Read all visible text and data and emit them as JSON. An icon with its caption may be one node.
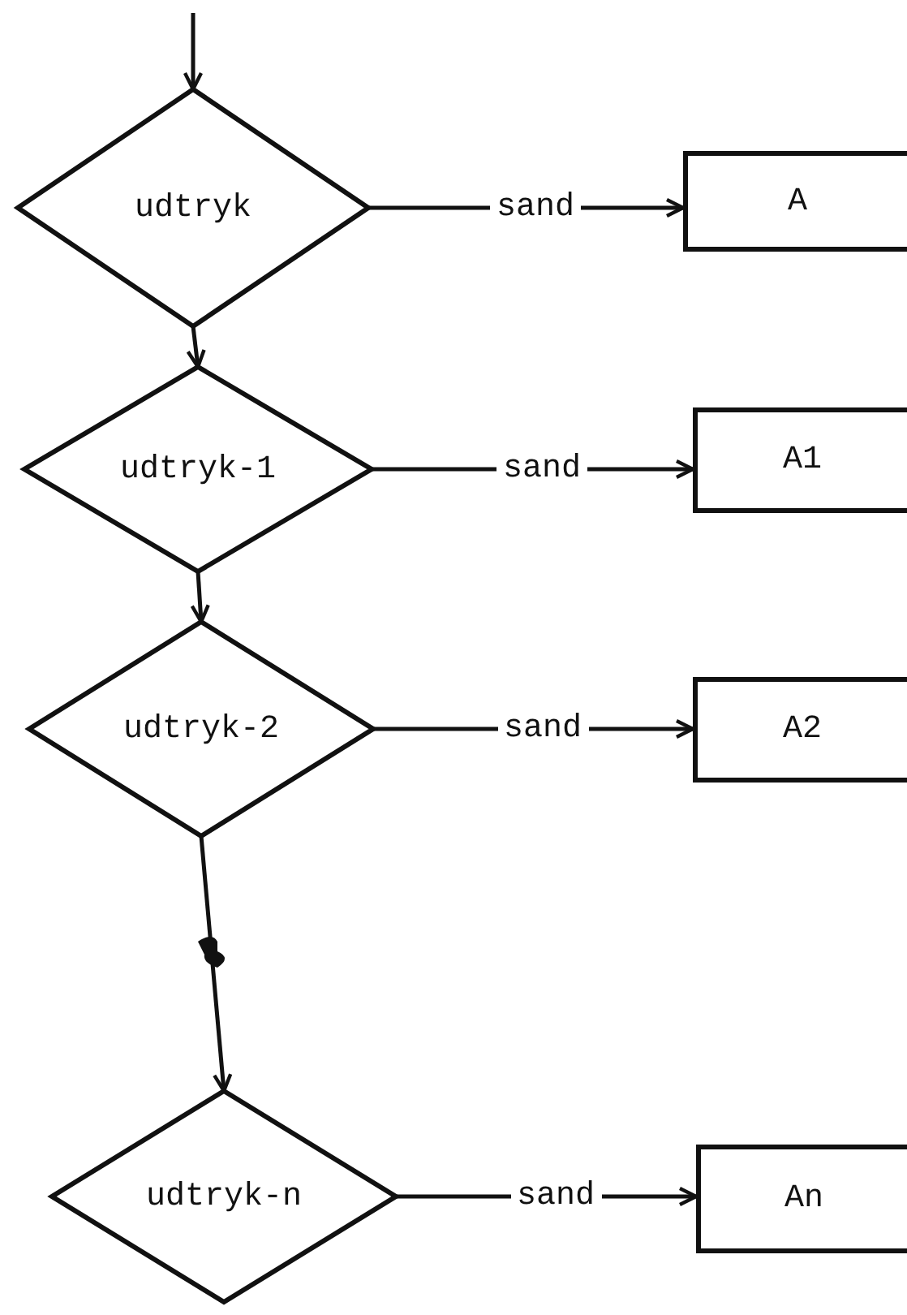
{
  "diagram": {
    "nodes": [
      {
        "text": [
          "udtryk"
        ]
      },
      {
        "text": [
          "A"
        ]
      },
      {
        "text": [
          "udtryk-1"
        ]
      },
      {
        "text": [
          "A1"
        ]
      },
      {
        "text": [
          "udtryk-2"
        ]
      },
      {
        "text": [
          "A2"
        ]
      },
      {
        "text": [
          "udtryk-n"
        ]
      },
      {
        "text": [
          "An"
        ]
      }
    ],
    "edges": [
      {
        "from": null,
        "to": 0,
        "arrow": "to"
      },
      {
        "from": 0,
        "to": 1,
        "label": "sand",
        "arrow": "to"
      },
      {
        "from": 0,
        "to": 2,
        "arrow": "to"
      },
      {
        "from": 2,
        "to": 3,
        "label": "sand",
        "arrow": "to"
      },
      {
        "from": 2,
        "to": 4,
        "arrow": "to"
      },
      {
        "from": 4,
        "to": 5,
        "label": "sand",
        "arrow": "to"
      },
      {
        "from": 4,
        "to": 6,
        "arrow": "to"
      },
      {
        "from": 6,
        "to": 7,
        "label": "sand",
        "arrow": "to"
      }
    ]
  }
}
